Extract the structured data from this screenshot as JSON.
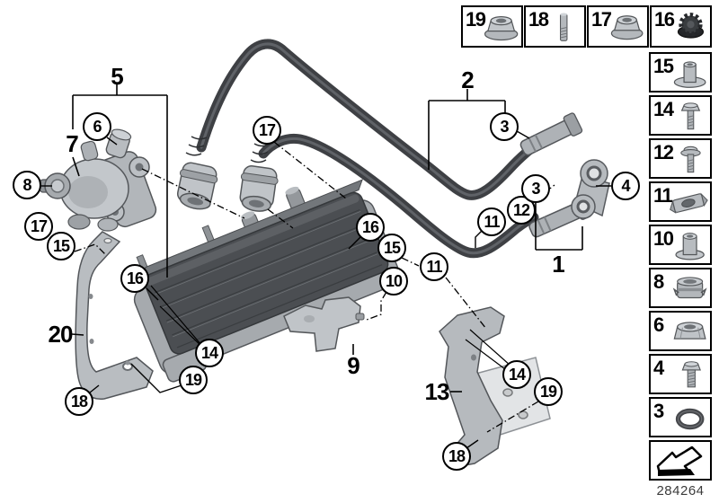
{
  "diagram": {
    "part_number": "284264",
    "callouts": {
      "c6": "6",
      "c8": "8",
      "c17a": "17",
      "c15a": "15",
      "c16a": "16",
      "c14a": "14",
      "c18a": "18",
      "c19a": "19",
      "c17b": "17",
      "c16b": "16",
      "c15b": "15",
      "c10": "10",
      "c11a": "11",
      "c11b": "11",
      "c12": "12",
      "c3a": "3",
      "c3b": "3",
      "c4": "4",
      "c14b": "14",
      "c19b": "19",
      "c18b": "18"
    },
    "labels": {
      "p1": "1",
      "p2": "2",
      "p5": "5",
      "p7": "7",
      "p9": "9",
      "p13": "13",
      "p20": "20"
    },
    "legend": {
      "top_row": [
        {
          "num": "19",
          "part": "flange-nut"
        },
        {
          "num": "18",
          "part": "stud-bolt"
        },
        {
          "num": "17",
          "part": "flange-nut"
        },
        {
          "num": "16",
          "part": "serrated-cap-nut"
        }
      ],
      "column": [
        {
          "num": "15",
          "part": "flanged-sleeve"
        },
        {
          "num": "14",
          "part": "hex-bolt"
        },
        {
          "num": "12",
          "part": "flange-head-bolt"
        },
        {
          "num": "11",
          "part": "cage-nut"
        },
        {
          "num": "10",
          "part": "spacer-sleeve"
        },
        {
          "num": "8",
          "part": "retainer-clamp"
        },
        {
          "num": "6",
          "part": "hex-nut"
        },
        {
          "num": "4",
          "part": "hex-bolt-short"
        },
        {
          "num": "3",
          "part": "o-ring"
        }
      ]
    }
  }
}
